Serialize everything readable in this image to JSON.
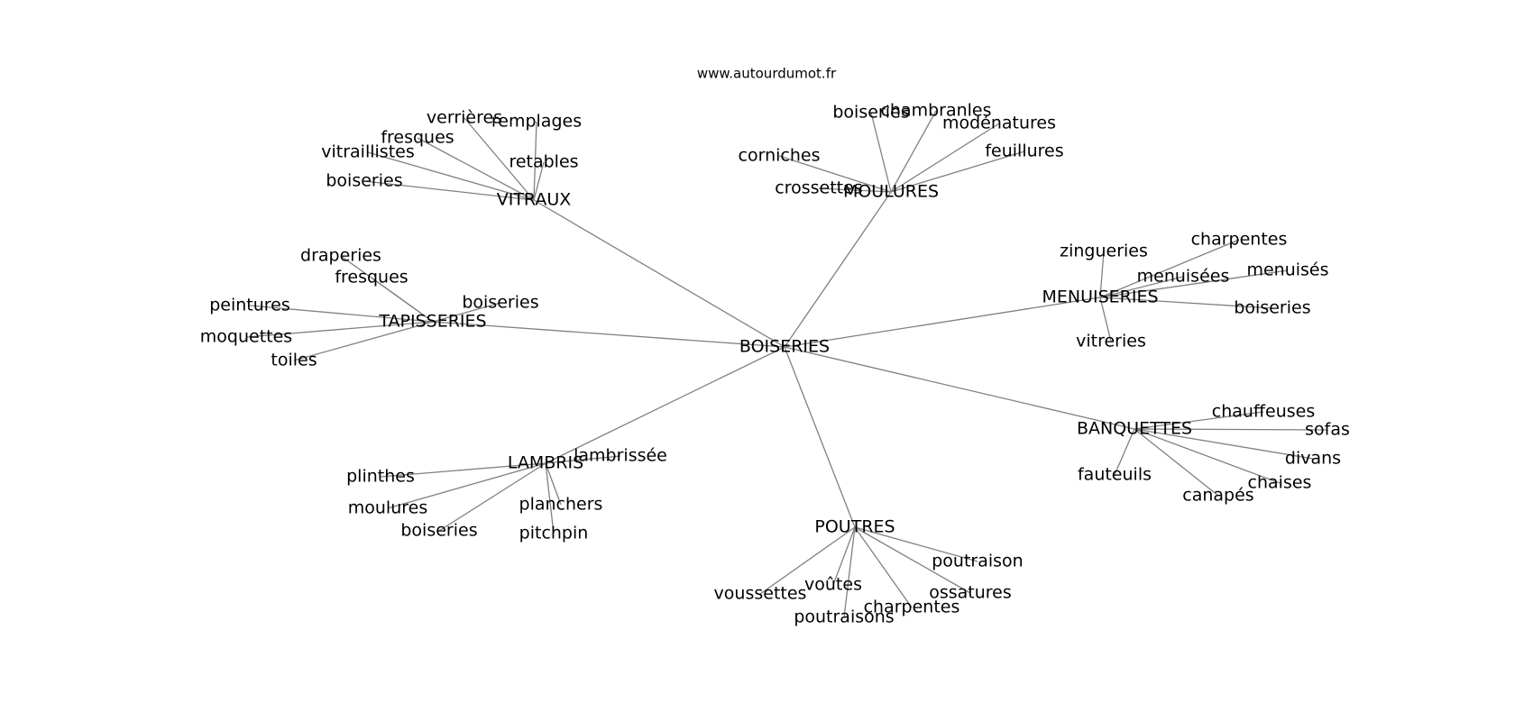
{
  "source": "www.autourdumot.fr",
  "colors": {
    "edge": "#808080",
    "text": "#000000",
    "background": "#ffffff"
  },
  "root": "BOISERIES",
  "clusters": [
    {
      "name": "VITRAUX",
      "words": [
        "verrières",
        "remplages",
        "fresques",
        "vitraillistes",
        "retables",
        "boiseries"
      ]
    },
    {
      "name": "MOULURES",
      "words": [
        "boiseries",
        "chambranles",
        "modénatures",
        "corniches",
        "feuillures",
        "crossettes"
      ]
    },
    {
      "name": "TAPISSERIES",
      "words": [
        "draperies",
        "fresques",
        "boiseries",
        "peintures",
        "moquettes",
        "toiles"
      ]
    },
    {
      "name": "MENUISERIES",
      "words": [
        "zingueries",
        "charpentes",
        "menuisées",
        "menuisés",
        "boiseries",
        "vitreries"
      ]
    },
    {
      "name": "BANQUETTES",
      "words": [
        "chauffeuses",
        "sofas",
        "divans",
        "fauteuils",
        "chaises",
        "canapés"
      ]
    },
    {
      "name": "LAMBRIS",
      "words": [
        "lambrissée",
        "plinthes",
        "moulures",
        "planchers",
        "boiseries",
        "pitchpin"
      ]
    },
    {
      "name": "POUTRES",
      "words": [
        "poutraison",
        "voûtes",
        "voussettes",
        "ossatures",
        "charpentes",
        "poutraisons"
      ]
    }
  ]
}
